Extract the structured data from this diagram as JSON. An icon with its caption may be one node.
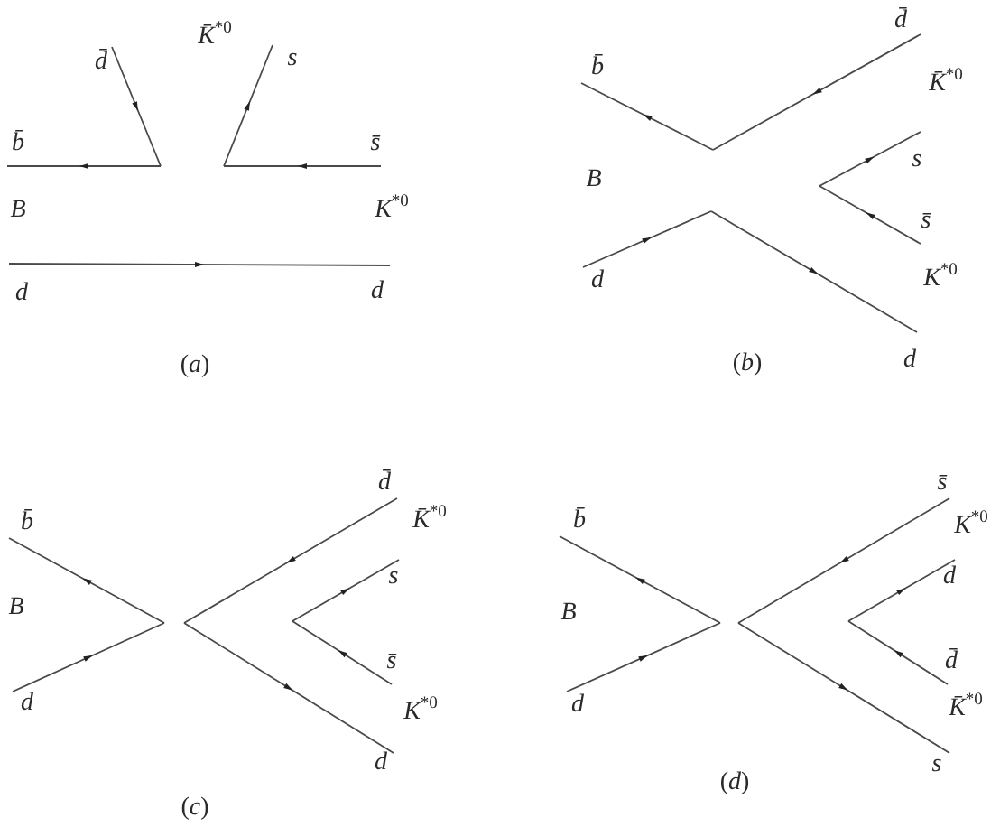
{
  "diagram": {
    "labels": [
      "d̄",
      "K̄$^{*0}$",
      "s",
      "b̄",
      "s̄",
      "B",
      "K$^{*0}$",
      "d",
      "d",
      "(*a*)",
      "d̄",
      "b̄",
      "K̄$^{*0}$",
      "s",
      "B",
      "s̄",
      "d",
      "K$^{*0}$",
      "(*b*)",
      "d",
      "d̄",
      "b̄",
      "K̄$^{*0}$",
      "s",
      "B",
      "s̄",
      "d",
      "K$^{*0}$",
      "d",
      "(*c*)",
      "s̄",
      "b̄",
      "K$^{*0}$",
      "d",
      "B",
      "d̄",
      "d",
      "K̄$^{*0}$",
      "s",
      "(*d*)"
    ]
  }
}
